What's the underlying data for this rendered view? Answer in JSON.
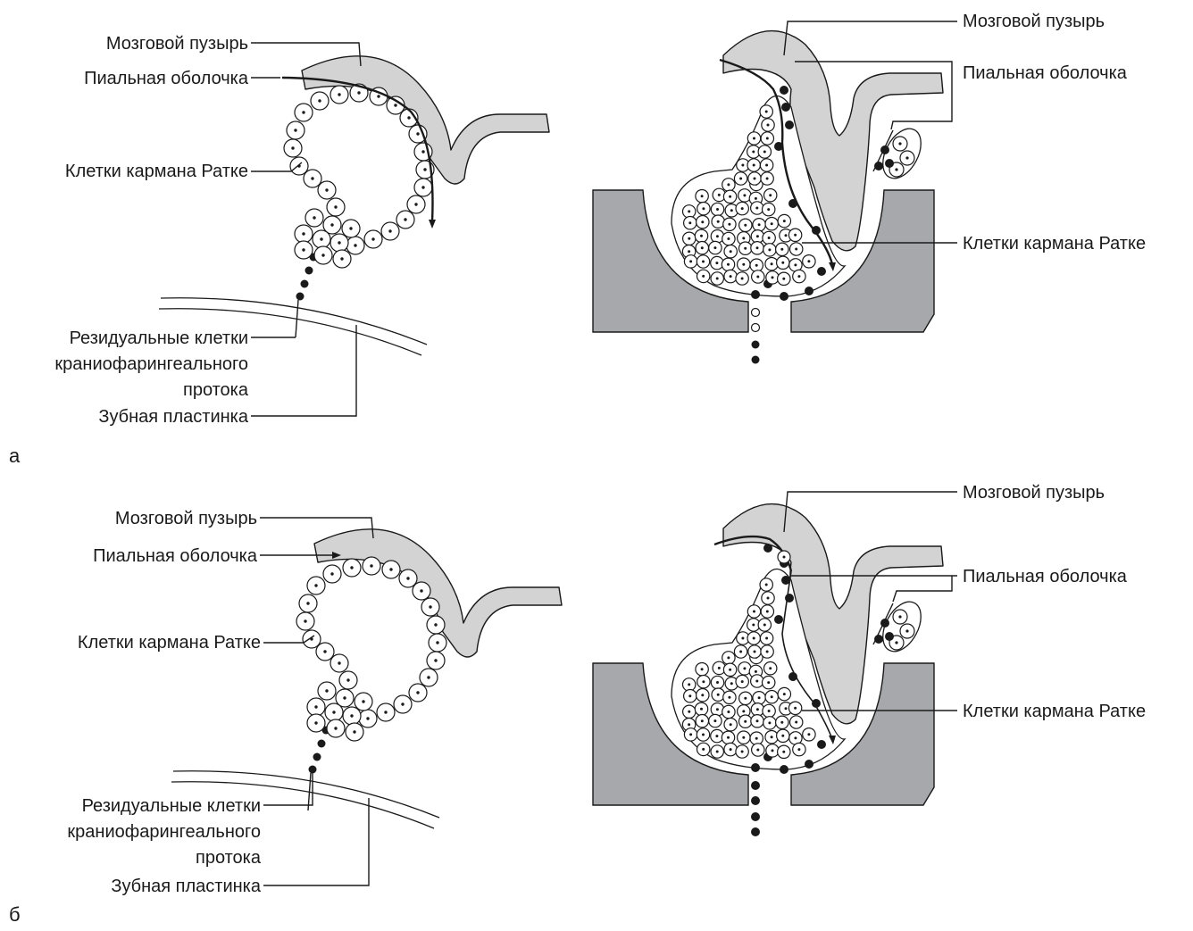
{
  "panel_a": {
    "letter": "а",
    "left": {
      "brain_vesicle": "Мозговой пузырь",
      "pia_mater": "Пиальная оболочка",
      "rathke_cells": "Клетки кармана Ратке",
      "residual_line1": "Резидуальные клетки",
      "residual_line2": "краниофарингеального",
      "residual_line3": "протока",
      "dental_lamina": "Зубная пластинка"
    },
    "right": {
      "brain_vesicle": "Мозговой пузырь",
      "pia_mater": "Пиальная оболочка",
      "rathke_cells": "Клетки кармана Ратке"
    }
  },
  "panel_b": {
    "letter": "б",
    "left": {
      "brain_vesicle": "Мозговой пузырь",
      "pia_mater": "Пиальная оболочка",
      "rathke_cells": "Клетки кармана Ратке",
      "residual_line1": "Резидуальные клетки",
      "residual_line2": "краниофарингеального",
      "residual_line3": "протока",
      "dental_lamina": "Зубная пластинка"
    },
    "right": {
      "brain_vesicle": "Мозговой пузырь",
      "pia_mater": "Пиальная оболочка",
      "rathke_cells": "Клетки кармана Ратке"
    }
  }
}
